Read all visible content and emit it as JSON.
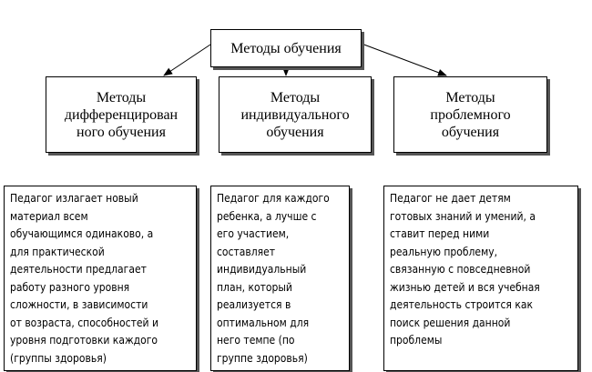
{
  "title": "Методы обучения",
  "methods": [
    {
      "title": "Методы\nдифференцирован\nного обучения",
      "description": "Педагог излагает новый\nматериал всем\nобучающимся одинаково, а\nдля практической\nдеятельности предлагает\nработу разного уровня\nсложности, в зависимости\nот возраста, способностей и\nуровня подготовки каждого\n(группы здоровья)"
    },
    {
      "title": "Методы\nиндивидуального\nобучения",
      "description": "Педагог для каждого\nребенка, а лучше с\nего участием,\nсоставляет\nиндивидуальный\nплан, который\nреализуется в\nоптимальном для\nнего темпе (по\nгруппе здоровья)"
    },
    {
      "title": "Методы\nпроблемного\nобучения",
      "description": "Педагог не дает детям\nготовых знаний и умений, а\nставит перед ними\nреальную проблему,\nсвязанную с повседневной\nжизнью детей и вся учебная\nдеятельность строится как\nпоиск решения данной\nпроблемы"
    }
  ]
}
